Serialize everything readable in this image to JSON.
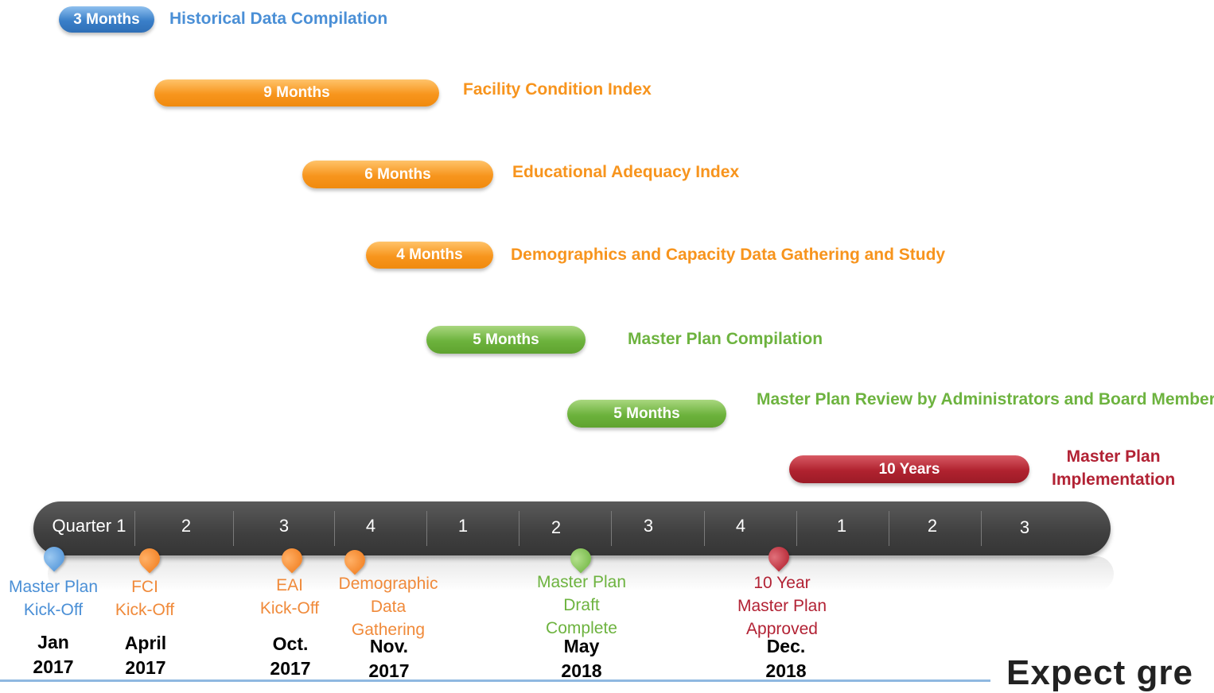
{
  "phases": [
    {
      "duration": "3 Months",
      "label": "Historical Data Compilation"
    },
    {
      "duration": "9 Months",
      "label": "Facility Condition Index"
    },
    {
      "duration": "6 Months",
      "label": "Educational Adequacy Index"
    },
    {
      "duration": "4 Months",
      "label": "Demographics and Capacity Data Gathering and Study"
    },
    {
      "duration": "5 Months",
      "label": "Master Plan Compilation"
    },
    {
      "duration": "5 Months",
      "label": "Master Plan Review by Administrators and Board Members"
    },
    {
      "duration": "10 Years",
      "label_line1": "Master Plan",
      "label_line2": "Implementation"
    }
  ],
  "timeline": {
    "quarters": [
      "Quarter 1",
      "2",
      "3",
      "4",
      "1",
      "2",
      "3",
      "4",
      "1",
      "2",
      "3"
    ]
  },
  "milestones": [
    {
      "line1": "Master Plan",
      "line2": "Kick-Off",
      "date1": "Jan",
      "date2": "2017"
    },
    {
      "line1": "FCI",
      "line2": "Kick-Off",
      "date1": "April",
      "date2": "2017"
    },
    {
      "line1": "EAI",
      "line2": "Kick-Off",
      "date1": "Oct.",
      "date2": "2017"
    },
    {
      "line1": "Demographic",
      "line2": "Data",
      "line3": "Gathering",
      "date1": "Nov.",
      "date2": "2017"
    },
    {
      "line1": "Master Plan",
      "line2": "Draft",
      "line3": "Complete",
      "date1": "May",
      "date2": "2018"
    },
    {
      "line1": "10 Year",
      "line2": "Master Plan",
      "line3": "Approved",
      "date1": "Dec.",
      "date2": "2018"
    }
  ],
  "footer": {
    "tagline": "Expect gre"
  },
  "colors": {
    "blue": "#4a8fd6",
    "orange": "#f7941d",
    "green": "#6db33f",
    "red": "#b22234",
    "timeline": "#404040"
  }
}
